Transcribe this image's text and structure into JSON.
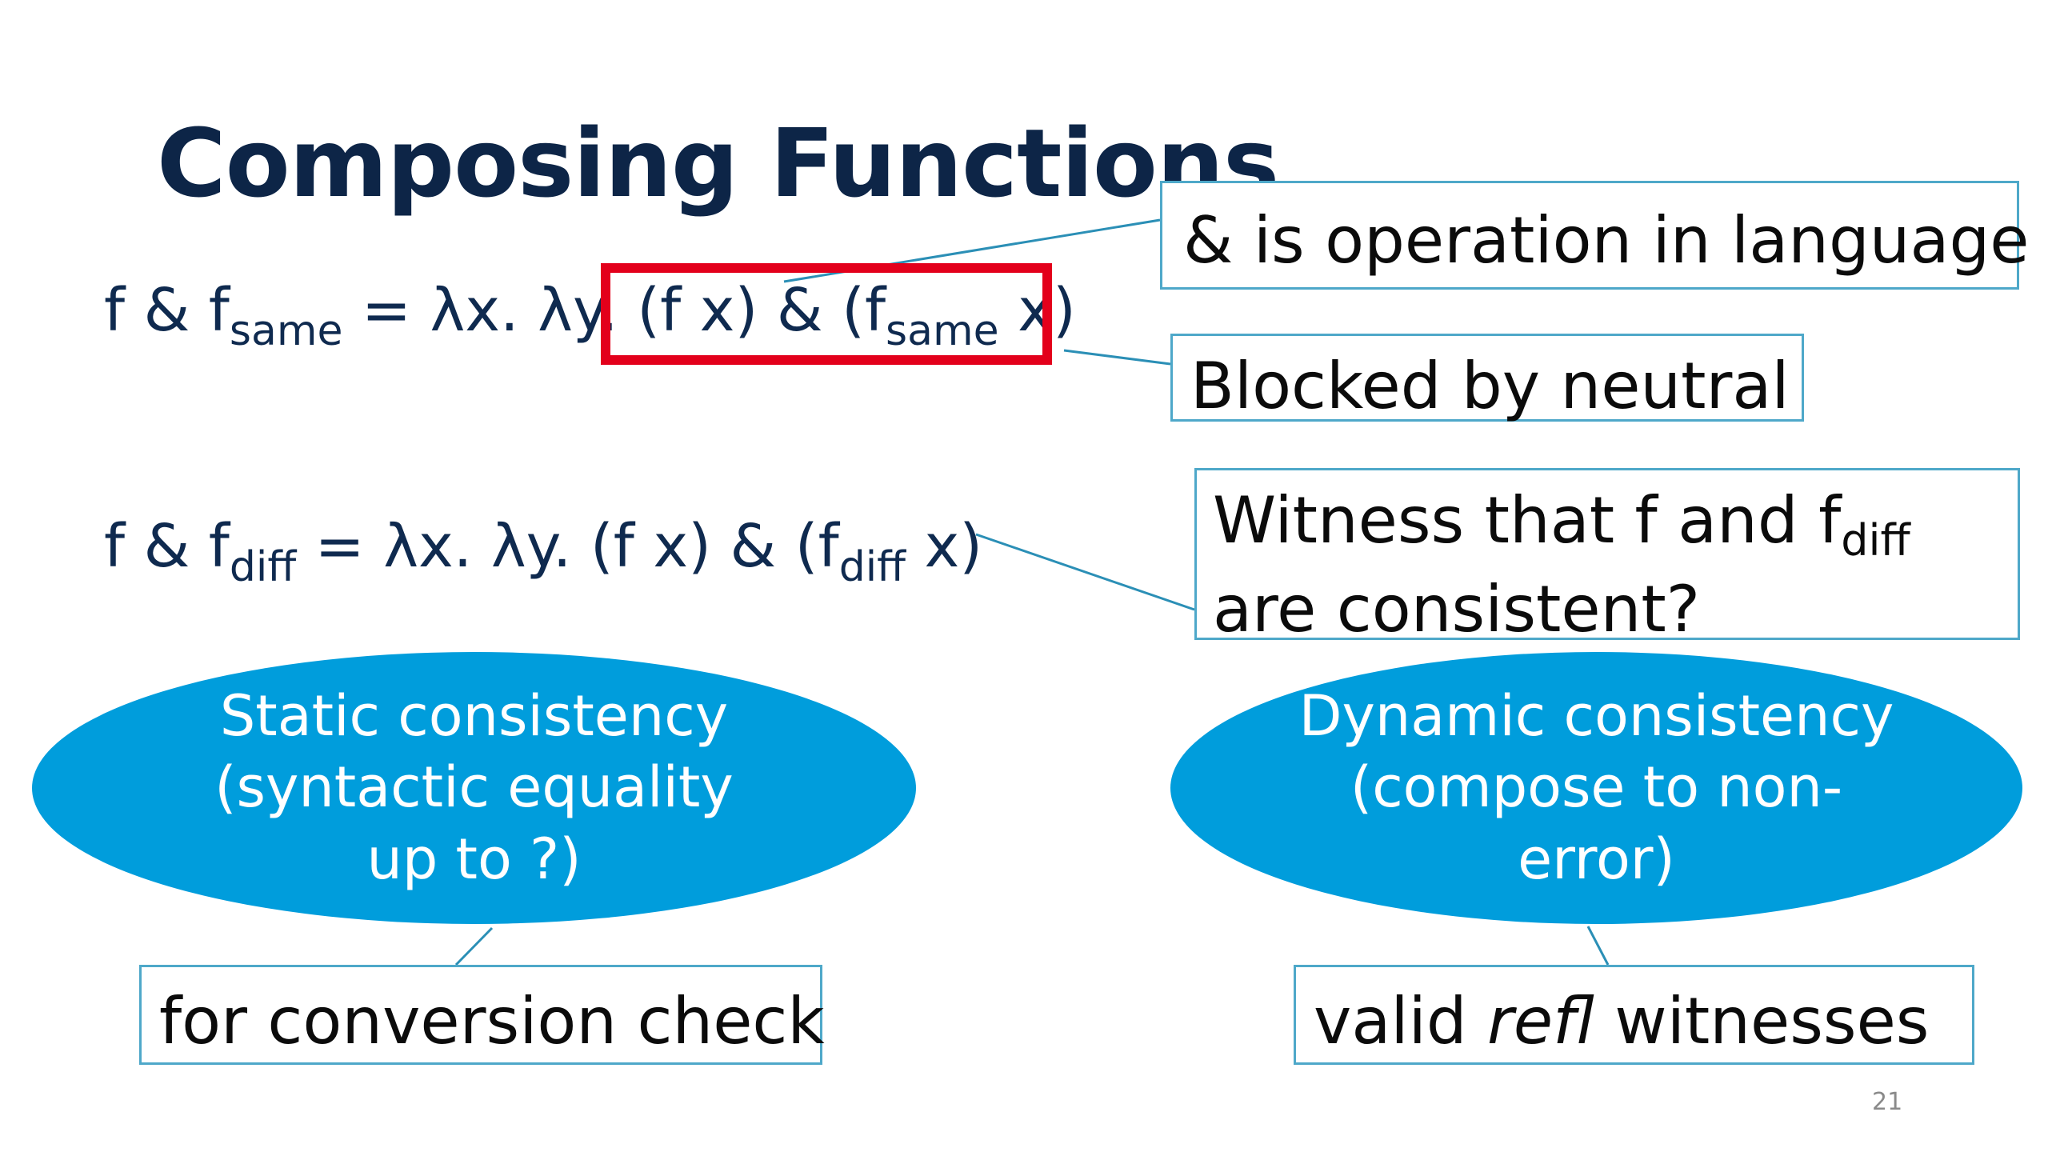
{
  "slide": {
    "title": "Composing Functions",
    "page_number": "21"
  },
  "formula_same": {
    "lhs_f": "f & f",
    "lhs_sub": "same",
    "mid": " = λx. λy. ",
    "boxed_a": "(f x) & (f",
    "boxed_sub": "same",
    "boxed_b": " x)"
  },
  "formula_diff": {
    "lhs_f": "f & f",
    "lhs_sub": "diff",
    "mid": " = λx. λy. (f x) & (f",
    "rhs_sub": "diff",
    "end": " x)"
  },
  "callouts": {
    "operation": "& is operation in language",
    "blocked": "Blocked by neutral",
    "witness_a": "Witness that f and f",
    "witness_sub": "diff",
    "witness_b": " are consistent?",
    "conversion": "for conversion check",
    "valid_prefix": "valid ",
    "valid_em": "refl",
    "valid_suffix": " witnesses"
  },
  "ellipses": {
    "static_l1": "Static consistency",
    "static_l2": "(syntactic equality",
    "static_l3": "up to ?)",
    "dynamic_l1": "Dynamic consistency",
    "dynamic_l2": "(compose to non-",
    "dynamic_l3": "error)"
  },
  "colors": {
    "title": "#0d2547",
    "highlight_box": "#e3001b",
    "callout_border": "#4ea8c9",
    "ellipse_fill": "#009ddc"
  }
}
